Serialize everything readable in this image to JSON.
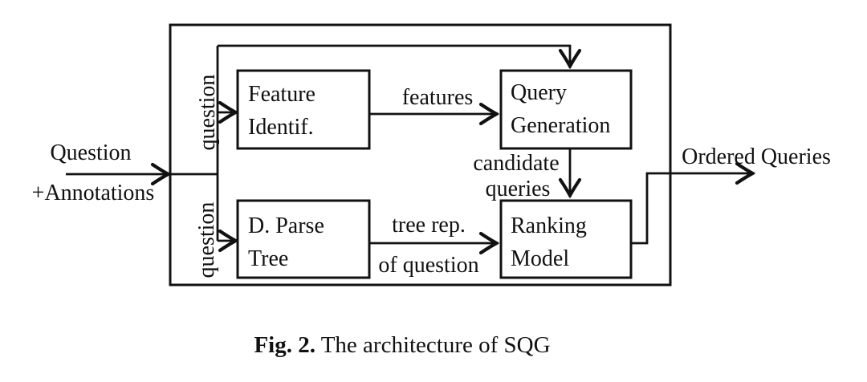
{
  "diagram": {
    "input": {
      "line1": "Question",
      "line2": "+Annotations"
    },
    "output_label": "Ordered Queries",
    "boxes": {
      "feature_identif": {
        "line1": "Feature",
        "line2": "Identif."
      },
      "query_generation": {
        "line1": "Query",
        "line2": "Generation"
      },
      "parse_tree": {
        "line1": "D. Parse",
        "line2": "Tree"
      },
      "ranking_model": {
        "line1": "Ranking",
        "line2": "Model"
      }
    },
    "edge_labels": {
      "question_upper": "question",
      "question_lower": "question",
      "features": "features",
      "candidate_line1": "candidate",
      "candidate_line2": "queries",
      "tree_line1": "tree rep.",
      "tree_line2": "of question"
    },
    "colors": {
      "ink": "#111111",
      "background": "#ffffff"
    }
  },
  "caption": {
    "label": "Fig. 2.",
    "text": "The architecture of SQG"
  }
}
